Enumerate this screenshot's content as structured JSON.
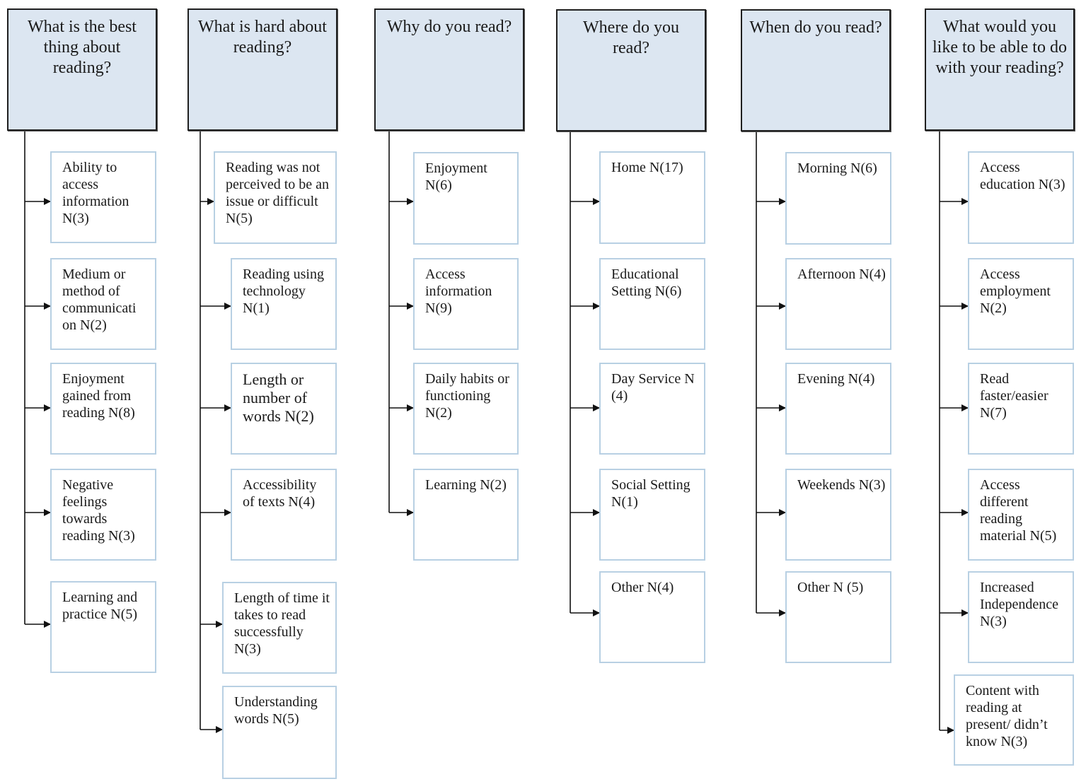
{
  "columns": [
    {
      "question": "What is the best thing about reading?",
      "answers": [
        "Ability to access information N(3)",
        "Medium or method of communicati on N(2)",
        "Enjoyment gained from reading N(8)",
        "Negative feelings towards reading N(3)",
        "Learning and practice N(5)"
      ]
    },
    {
      "question": "What is hard about reading?",
      "answers": [
        "Reading was not perceived to be an issue or difficult N(5)",
        "Reading using technology N(1)",
        "Length or number of words N(2)",
        "Accessibility of texts N(4)",
        "Length of time it takes to read successfully N(3)",
        "Understanding words N(5)"
      ]
    },
    {
      "question": "Why do you read?",
      "answers": [
        "Enjoyment N(6)",
        "Access information N(9)",
        "Daily habits or functioning N(2)",
        "Learning N(2)"
      ]
    },
    {
      "question": "Where do you read?",
      "answers": [
        "Home N(17)",
        "Educational Setting N(6)",
        "Day Service N (4)",
        "Social Setting N(1)",
        "Other N(4)"
      ]
    },
    {
      "question": "When do you read?",
      "answers": [
        "Morning N(6)",
        "Afternoon N(4)",
        "Evening N(4)",
        "Weekends N(3)",
        "Other N (5)"
      ]
    },
    {
      "question": "What would you like to be able to do with your reading?",
      "answers": [
        "Access education N(3)",
        "Access employment N(2)",
        "Read faster/easier N(7)",
        "Access different reading material N(5)",
        "Increased Independence N(3)",
        "Content with reading at present/ didn’t know N(3)"
      ]
    }
  ],
  "colors": {
    "header_fill": "#dce6f1",
    "header_border": "#1f1f1f",
    "leaf_border": "#b8d0e3",
    "connector": "#111111"
  }
}
